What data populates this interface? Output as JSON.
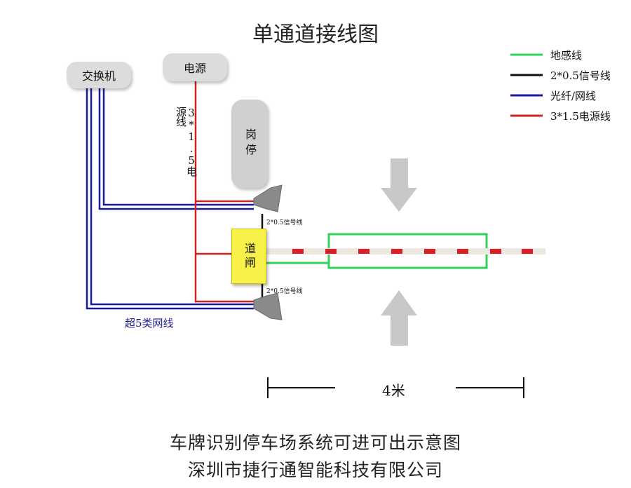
{
  "title": "单通道接线图",
  "nodes": {
    "switch": "交换机",
    "power": "电源",
    "booth": "岗停",
    "gate": "道闸"
  },
  "labels": {
    "power_cable": "3*1.5电源线",
    "signal_top": "2*0.5信号线",
    "signal_bottom": "2*0.5信号线",
    "network_cable": "超5类网线",
    "distance": "4米"
  },
  "legend": [
    {
      "label": "地感线",
      "color": "#2fd35a"
    },
    {
      "label": "2*0.5信号线",
      "color": "#111111"
    },
    {
      "label": "光纤/网线",
      "color": "#1a1a9a"
    },
    {
      "label": "3*1.5电源线",
      "color": "#cc2222"
    }
  ],
  "footer": {
    "line1": "车牌识别停车场系统可进可出示意图",
    "line2": "深圳市捷行通智能科技有限公司"
  }
}
